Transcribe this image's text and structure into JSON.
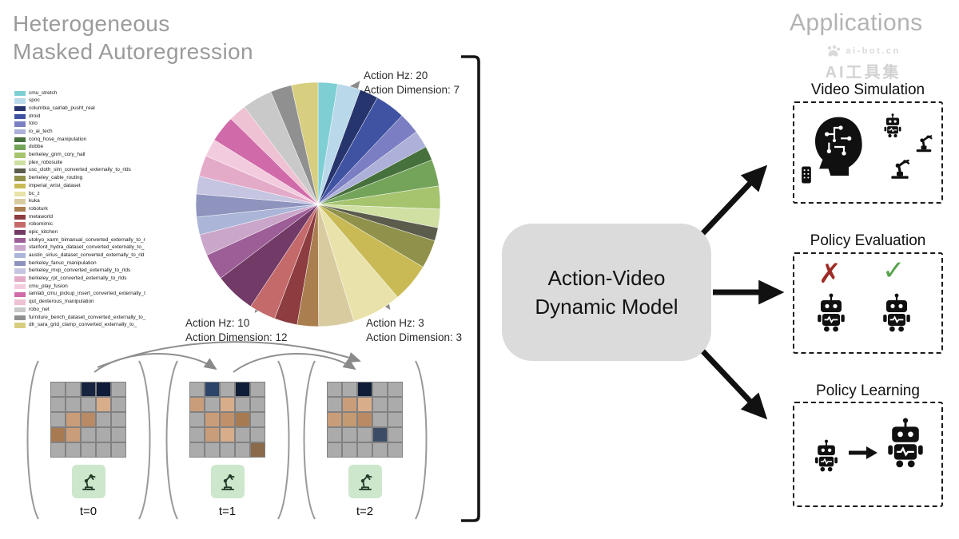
{
  "title": {
    "line1": "Heterogeneous",
    "line2": "Masked Autoregression"
  },
  "annotations": {
    "top": {
      "line1": "Action Hz: 20",
      "line2": "Action Dimension: 7"
    },
    "bottom_left": {
      "line1": "Action Hz: 10",
      "line2": "Action Dimension: 12"
    },
    "bottom_right": {
      "line1": "Action Hz: 3",
      "line2": "Action Dimension: 3"
    }
  },
  "chart_data": {
    "type": "pie",
    "title": "",
    "legend_position": "left",
    "note": "slice sizes are unlabeled in the figure; values are visual estimates",
    "series": [
      {
        "name": "cmu_stretch",
        "color": "#7ecfd4",
        "value": 2.2
      },
      {
        "name": "spoc",
        "color": "#b9d8ea",
        "value": 2.6
      },
      {
        "name": "columbia_cairlab_pusht_real",
        "color": "#27356e",
        "value": 2.1
      },
      {
        "name": "droid",
        "color": "#4053a3",
        "value": 3.4
      },
      {
        "name": "toto",
        "color": "#7b7ec2",
        "value": 2.4
      },
      {
        "name": "io_ai_tech",
        "color": "#adb0d8",
        "value": 2.0
      },
      {
        "name": "conq_hose_manipulation",
        "color": "#46703c",
        "value": 1.6
      },
      {
        "name": "dobbe",
        "color": "#74a45a",
        "value": 3.0
      },
      {
        "name": "berkeley_gnm_cory_hall",
        "color": "#a6c46e",
        "value": 2.6
      },
      {
        "name": "plex_robosuite",
        "color": "#cfe0a2",
        "value": 2.1
      },
      {
        "name": "usc_cloth_sim_converted_externally_to_rlds",
        "color": "#5c5c4c",
        "value": 1.5
      },
      {
        "name": "berkeley_cable_routing",
        "color": "#90914a",
        "value": 3.2
      },
      {
        "name": "imperial_wrist_dataset",
        "color": "#c9ba55",
        "value": 4.4
      },
      {
        "name": "bc_z",
        "color": "#e9e3ab",
        "value": 5.6
      },
      {
        "name": "kuka",
        "color": "#d9cba0",
        "value": 4.0
      },
      {
        "name": "roboturk",
        "color": "#aa7e4e",
        "value": 2.4
      },
      {
        "name": "metaworld",
        "color": "#8d3c40",
        "value": 2.6
      },
      {
        "name": "robomimic",
        "color": "#c56a6a",
        "value": 3.0
      },
      {
        "name": "epic_kitchen",
        "color": "#713a67",
        "value": 4.6
      },
      {
        "name": "utokyo_xarm_bimanual_converted_externally_to_r",
        "color": "#9d5e97",
        "value": 3.0
      },
      {
        "name": "stanford_hydra_dataset_converted_externally_to_",
        "color": "#caa7ca",
        "value": 2.4
      },
      {
        "name": "austin_sirius_dataset_converted_externally_to_rld",
        "color": "#aab5d7",
        "value": 2.0
      },
      {
        "name": "berkeley_fanuc_manipulation",
        "color": "#8f94be",
        "value": 2.6
      },
      {
        "name": "berkeley_mvp_converted_externally_to_rlds",
        "color": "#c6c5e1",
        "value": 2.0
      },
      {
        "name": "berkeley_rpt_converted_externally_to_rlds",
        "color": "#e4abc9",
        "value": 2.4
      },
      {
        "name": "cmu_play_fusion",
        "color": "#f3cbde",
        "value": 2.0
      },
      {
        "name": "iamlab_cmu_pickup_insert_converted_externally_t",
        "color": "#d06aa9",
        "value": 3.0
      },
      {
        "name": "qut_dexterous_manipulation",
        "color": "#efc2d3",
        "value": 2.0
      },
      {
        "name": "robo_net",
        "color": "#c9c9c9",
        "value": 3.4
      },
      {
        "name": "furniture_bench_dataset_converted_externally_to_",
        "color": "#909090",
        "value": 2.4
      },
      {
        "name": "dlr_sara_grid_clamp_converted_externally_to_",
        "color": "#d7ce7f",
        "value": 3.0
      }
    ]
  },
  "timeline": {
    "labels": [
      "t=0",
      "t=1",
      "t=2"
    ],
    "mask_color": "#ababab",
    "icon_bg": "#cde7cd",
    "grids": [
      [
        [
          "",
          "",
          "#16243f",
          "#0f1d38",
          ""
        ],
        [
          "",
          "",
          "",
          "#d8ad8a",
          ""
        ],
        [
          "",
          "#c99d7a",
          "#b98a63",
          "",
          ""
        ],
        [
          "#a87a52",
          "#c99d7a",
          "",
          "",
          ""
        ],
        [
          "",
          "",
          "",
          "",
          ""
        ]
      ],
      [
        [
          "",
          "#2b4468",
          "",
          "#0f1d38",
          ""
        ],
        [
          "#c99d7a",
          "",
          "#d8ad8a",
          "",
          ""
        ],
        [
          "",
          "#c99d7a",
          "#c0906a",
          "#a87a52",
          ""
        ],
        [
          "",
          "#c99d7a",
          "#d8ad8a",
          "",
          ""
        ],
        [
          "",
          "",
          "",
          "",
          "#8a6a4a"
        ]
      ],
      [
        [
          "",
          "",
          "#0f1d38",
          "",
          ""
        ],
        [
          "",
          "#c99d7a",
          "#d8ad8a",
          "",
          ""
        ],
        [
          "#c99d7a",
          "#c49a72",
          "#b98a63",
          "",
          ""
        ],
        [
          "",
          "",
          "",
          "#3c4c66",
          ""
        ],
        [
          "",
          "",
          "",
          "",
          ""
        ]
      ]
    ]
  },
  "model_box": {
    "line1": "Action-Video",
    "line2": "Dynamic Model"
  },
  "applications": {
    "heading": "Applications",
    "watermark": {
      "brand": "ai-bot.cn",
      "name": "AI工具集"
    },
    "sections": [
      {
        "label": "Video Simulation"
      },
      {
        "label": "Policy Evaluation"
      },
      {
        "label": "Policy Learning"
      }
    ]
  },
  "marks": {
    "cross": "✗",
    "cross_color": "#9e2b25",
    "check": "✓",
    "check_color": "#56a34c"
  }
}
